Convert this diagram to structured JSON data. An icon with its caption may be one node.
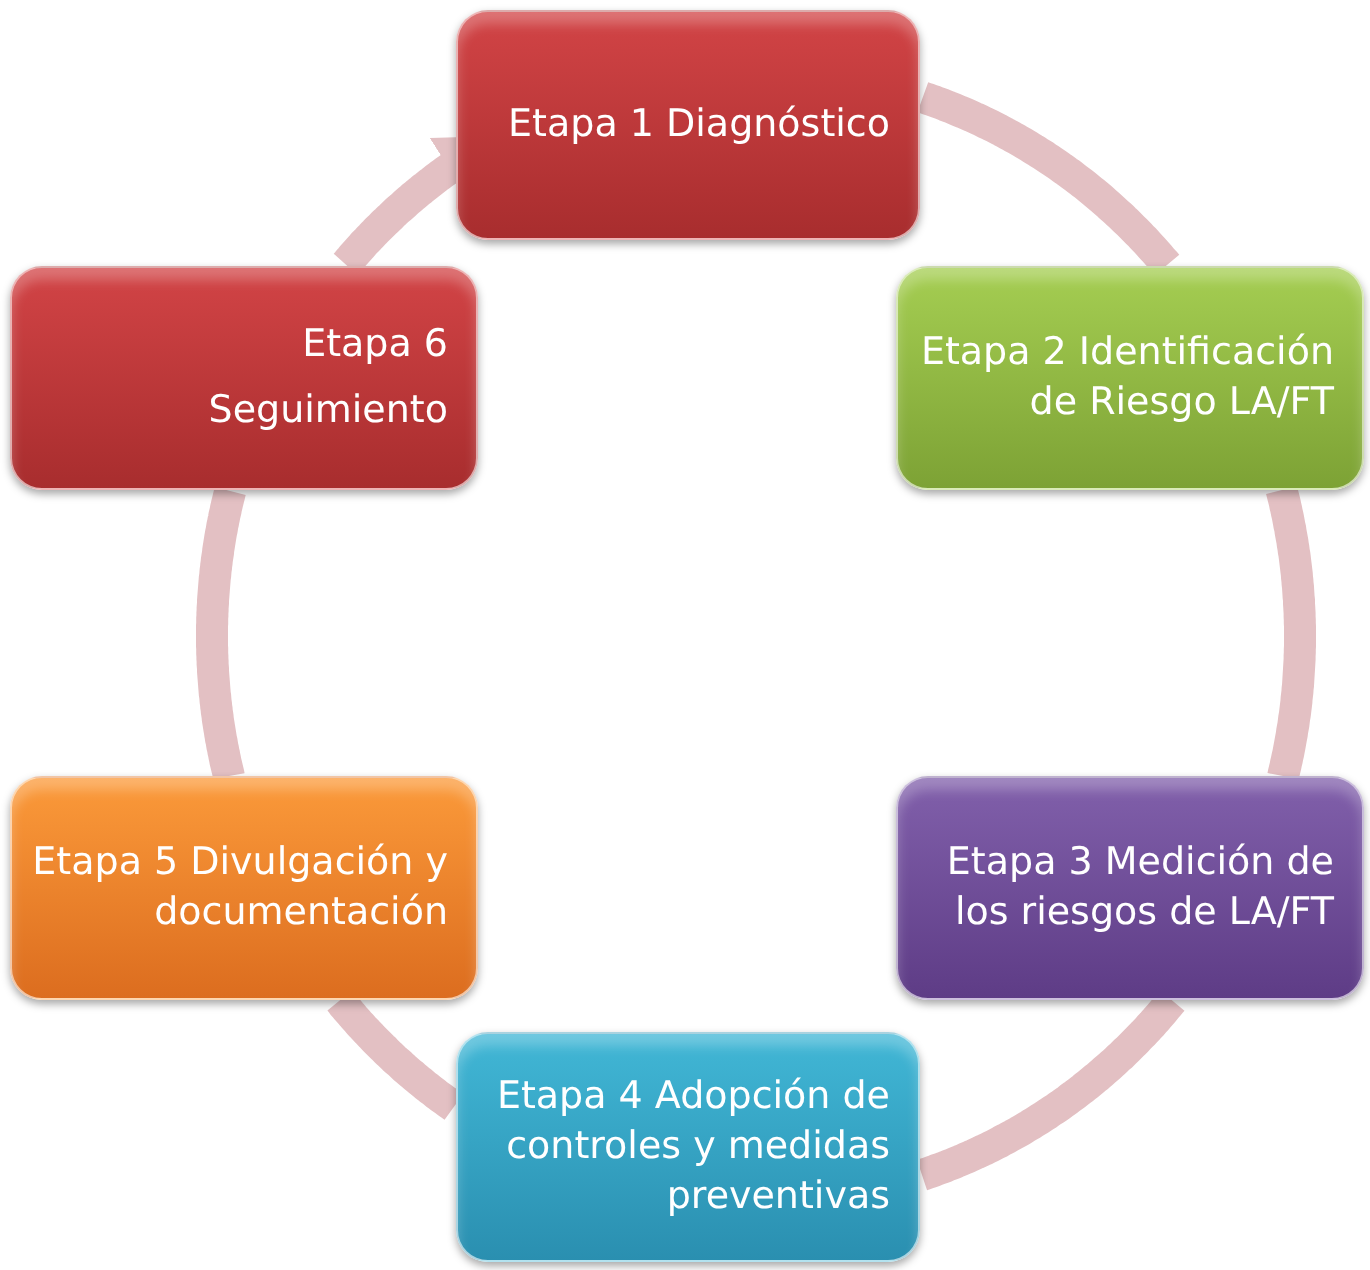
{
  "diagram": {
    "nodes": [
      {
        "text": [
          "Etapa 1 Diagnóstico"
        ]
      },
      {
        "text": [
          "Etapa 2 Identificación de Riesgo LA/FT"
        ]
      },
      {
        "text": [
          "Etapa 3 Medición de los riesgos de LA/FT"
        ]
      },
      {
        "text": [
          "Etapa 4 Adopción de controles y medidas preventivas"
        ]
      },
      {
        "text": [
          "Etapa 5 Divulgación y documentación"
        ]
      },
      {
        "text": [
          "Etapa 6",
          "Seguimiento"
        ]
      }
    ],
    "edges": [
      {
        "from": 0,
        "to": 1,
        "arrow": "none"
      },
      {
        "from": 1,
        "to": 2,
        "arrow": "none"
      },
      {
        "from": 2,
        "to": 3,
        "arrow": "none"
      },
      {
        "from": 3,
        "to": 4,
        "arrow": "none"
      },
      {
        "from": 4,
        "to": 5,
        "arrow": "none"
      },
      {
        "from": 5,
        "to": 0,
        "arrow": "to"
      }
    ]
  }
}
